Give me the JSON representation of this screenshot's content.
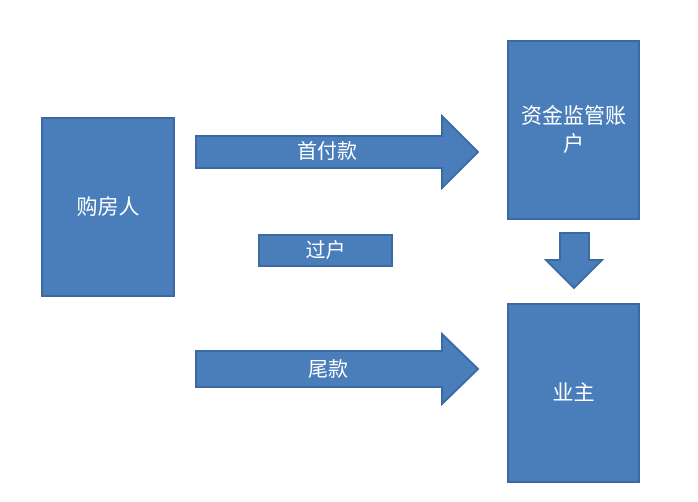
{
  "diagram": {
    "nodes": {
      "buyer": "购房人",
      "escrow_account": "资金监管账户",
      "owner": "业主"
    },
    "labels": {
      "down_payment": "首付款",
      "transfer": "过户",
      "final_payment": "尾款"
    },
    "colors": {
      "fill": "#4a7ebb",
      "stroke": "#3a6aa3",
      "text": "#ffffff"
    }
  }
}
